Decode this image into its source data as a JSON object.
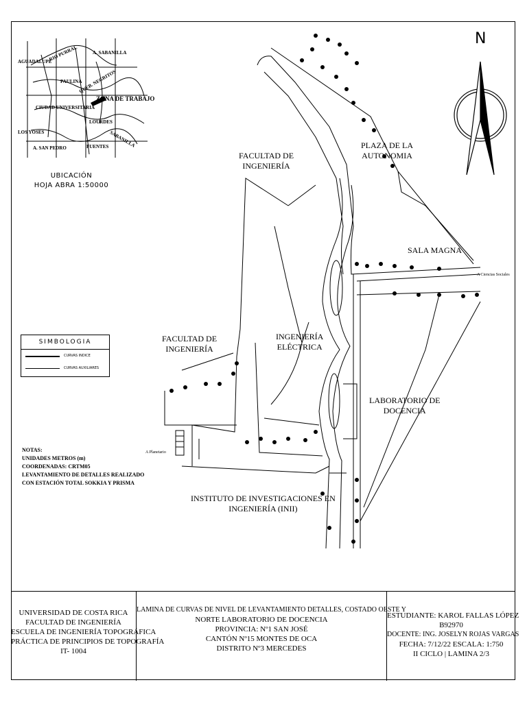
{
  "location_map": {
    "labels": [
      "AGUADALUPE",
      "RIO PURRAL",
      "A. SABANILLA",
      "PAULINA",
      "QUEB. NEGRITOS",
      "ZONA DE TRABAJO",
      "CIUDAD UNIVERSITARIA",
      "LOURDES",
      "LOS YOSES",
      "SABANILLA",
      "A. SAN PEDRO",
      "FUENTES"
    ],
    "caption_line1": "UBICACIÓN",
    "caption_line2": "HOJA ABRA 1:50000"
  },
  "north_label": "N",
  "symbology": {
    "title": "SIMBOLOGIA",
    "items": [
      "CURVAS INDICE",
      "CURVAS AUXILIARES"
    ]
  },
  "notes": {
    "lines": [
      "NOTAS:",
      "UNIDADES METROS (m)",
      "COORDENADAS: CRTM05",
      "LEVANTAMIENTO DE DETALLES REALIZADO",
      "CON ESTACIÓN TOTAL SOKKIA Y PRISMA"
    ]
  },
  "map_labels": {
    "facultad_top": [
      "FACULTAD DE",
      "INGENIERÍA"
    ],
    "plaza": [
      "PLAZA DE LA",
      "AUTONOMIA"
    ],
    "sala_magna": "SALA MAGNA",
    "ciencias_sociales": "A Ciencias Sociales",
    "facultad_left": [
      "FACULTAD DE",
      "INGENIERÍA"
    ],
    "ing_electrica": [
      "INGENIERÍA",
      "ELÉCTRICA"
    ],
    "laboratorio": [
      "LABORATORIO DE",
      "DOCENCIA"
    ],
    "planetario": "A Planetario",
    "inii": [
      "INSTITUTO DE INVESTIGACIONES EN",
      "INGENIERÍA (INII)"
    ]
  },
  "title_block": {
    "institution": [
      "UNIVERSIDAD DE COSTA RICA",
      "FACULTAD DE INGENIERÍA",
      "ESCUELA DE INGENIERÍA TOPOGRÁFICA",
      "PRÁCTICA DE PRINCIPIOS DE TOPOGRAFÍA",
      "IT- 1004"
    ],
    "description": [
      "LAMINA DE CURVAS DE NIVEL DE LEVANTAMIENTO DETALLES, COSTADO OESTE Y",
      "NORTE LABORATORIO DE DOCENCIA",
      "PROVINCIA: Nº1 SAN JOSÉ",
      "CANTÓN Nº15 MONTES DE OCA",
      "DISTRITO Nº3 MERCEDES"
    ],
    "author": [
      "ESTUDIANTE: KAROL FALLAS LÓPEZ",
      "B92970",
      "DOCENTE: ING. JOSELYN ROJAS VARGAS",
      "FECHA: 7/12/22   ESCALA: 1:750",
      "II CICLO | LAMINA 2/3"
    ]
  }
}
